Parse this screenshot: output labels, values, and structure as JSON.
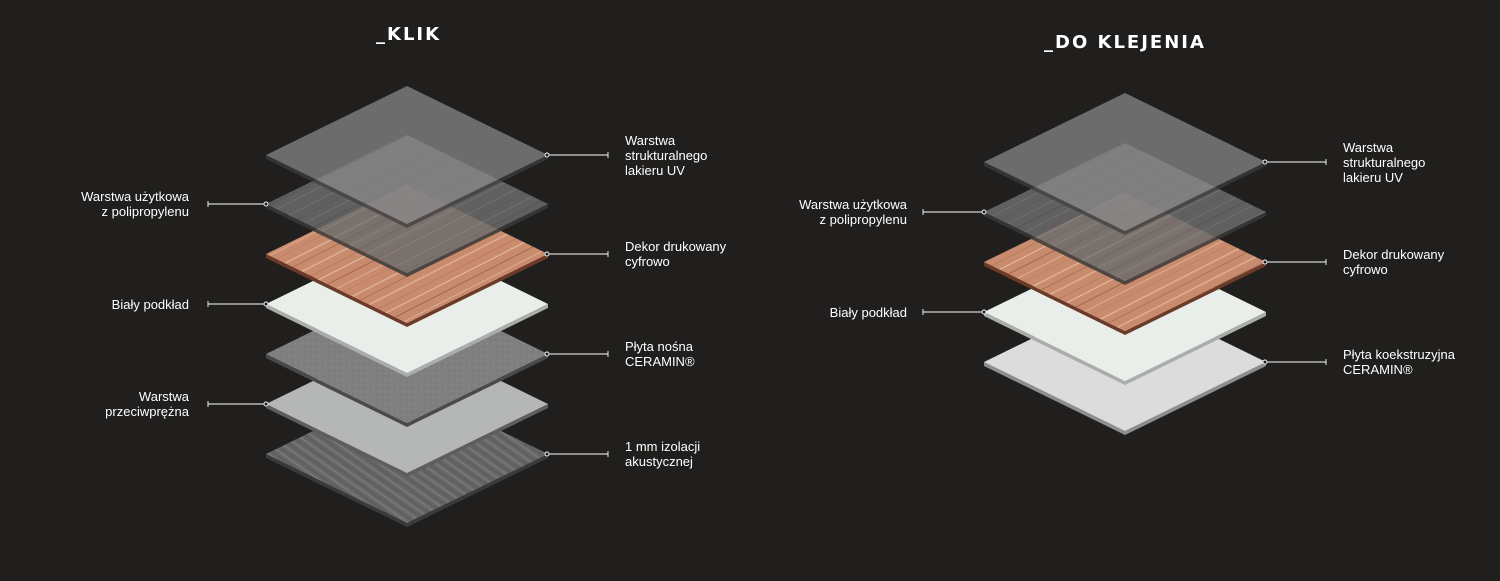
{
  "colors": {
    "background": "#201f1d",
    "text": "#ffffff",
    "uv_lacquer": "#8a8a8a",
    "wear_layer": "#6c6c6c",
    "decor": "#c98b6e",
    "white_primer": "#e9eeea",
    "core_board": "#7f7f7f",
    "balance_layer": "#b5b6b6",
    "acoustic": "#6a6a6a",
    "coextruded_board": "#dcdcdc"
  },
  "diagrams": [
    {
      "title": "_KLIK",
      "layers": [
        {
          "id": "uv-lacquer-layer",
          "label_lines": [
            "Warstwa",
            "strukturalnego",
            "lakieru UV"
          ],
          "side": "right",
          "material": "uv"
        },
        {
          "id": "wear-layer",
          "label_lines": [
            "Warstwa użytkowa",
            "z polipropylenu"
          ],
          "side": "left",
          "material": "wear"
        },
        {
          "id": "decor-layer",
          "label_lines": [
            "Dekor drukowany",
            "cyfrowo"
          ],
          "side": "right",
          "material": "decor"
        },
        {
          "id": "white-primer-layer",
          "label_lines": [
            "Biały podkład"
          ],
          "side": "left",
          "material": "white"
        },
        {
          "id": "core-board-layer",
          "label_lines": [
            "Płyta nośna",
            "CERAMIN®"
          ],
          "side": "right",
          "material": "core"
        },
        {
          "id": "balance-layer",
          "label_lines": [
            "Warstwa",
            "przeciwprężna"
          ],
          "side": "left",
          "material": "balance"
        },
        {
          "id": "acoustic-layer",
          "label_lines": [
            "1 mm izolacji",
            "akustycznej"
          ],
          "side": "right",
          "material": "acoustic"
        }
      ]
    },
    {
      "title": "_DO KLEJENIA",
      "layers": [
        {
          "id": "uv-lacquer-layer",
          "label_lines": [
            "Warstwa",
            "strukturalnego",
            "lakieru UV"
          ],
          "side": "right",
          "material": "uv"
        },
        {
          "id": "wear-layer",
          "label_lines": [
            "Warstwa użytkowa",
            "z polipropylenu"
          ],
          "side": "left",
          "material": "wear"
        },
        {
          "id": "decor-layer",
          "label_lines": [
            "Dekor drukowany",
            "cyfrowo"
          ],
          "side": "right",
          "material": "decor"
        },
        {
          "id": "white-primer-layer",
          "label_lines": [
            "Biały podkład"
          ],
          "side": "left",
          "material": "white"
        },
        {
          "id": "coextruded-board-layer",
          "label_lines": [
            "Płyta koekstruzyjna",
            "CERAMIN®"
          ],
          "side": "right",
          "material": "coex"
        }
      ]
    }
  ]
}
